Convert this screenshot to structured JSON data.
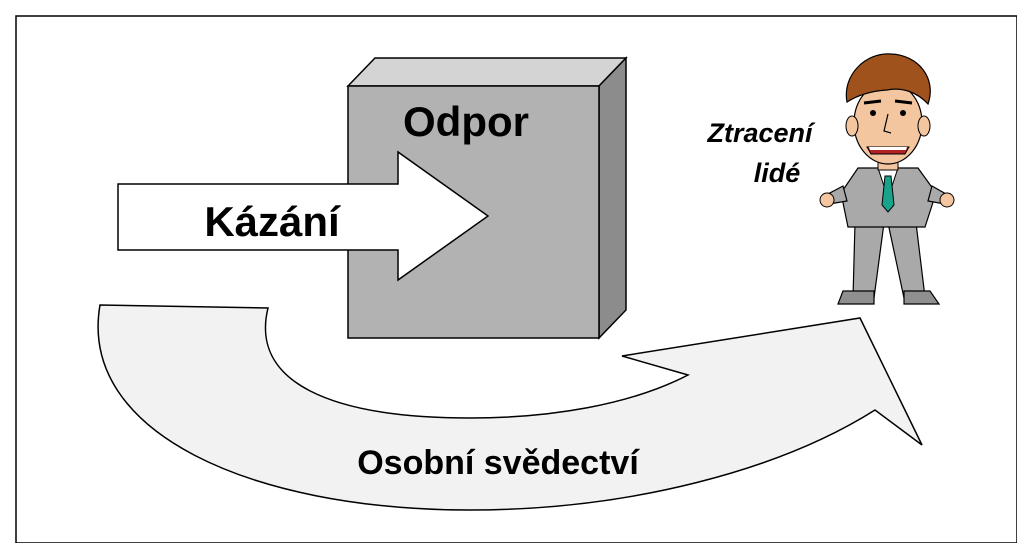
{
  "diagram": {
    "resistance_label": "Odpor",
    "preaching_label": "Kázání",
    "testimony_label": "Osobní svědectví",
    "lost_people_label_line1": "Ztracení",
    "lost_people_label_line2": "lidé"
  },
  "colors": {
    "frame": "#000000",
    "block_front": "#b2b2b2",
    "block_side": "#8c8c8c",
    "block_top": "#d4d4d4",
    "arrow_fill": "#ffffff",
    "curve_fill": "#f2f2f2",
    "person_suit": "#a9a9a9",
    "person_skin": "#f3c6a0",
    "person_hair": "#a0521d",
    "person_tie": "#19a38a"
  },
  "icons": {
    "person": "cartoon-person-icon"
  }
}
